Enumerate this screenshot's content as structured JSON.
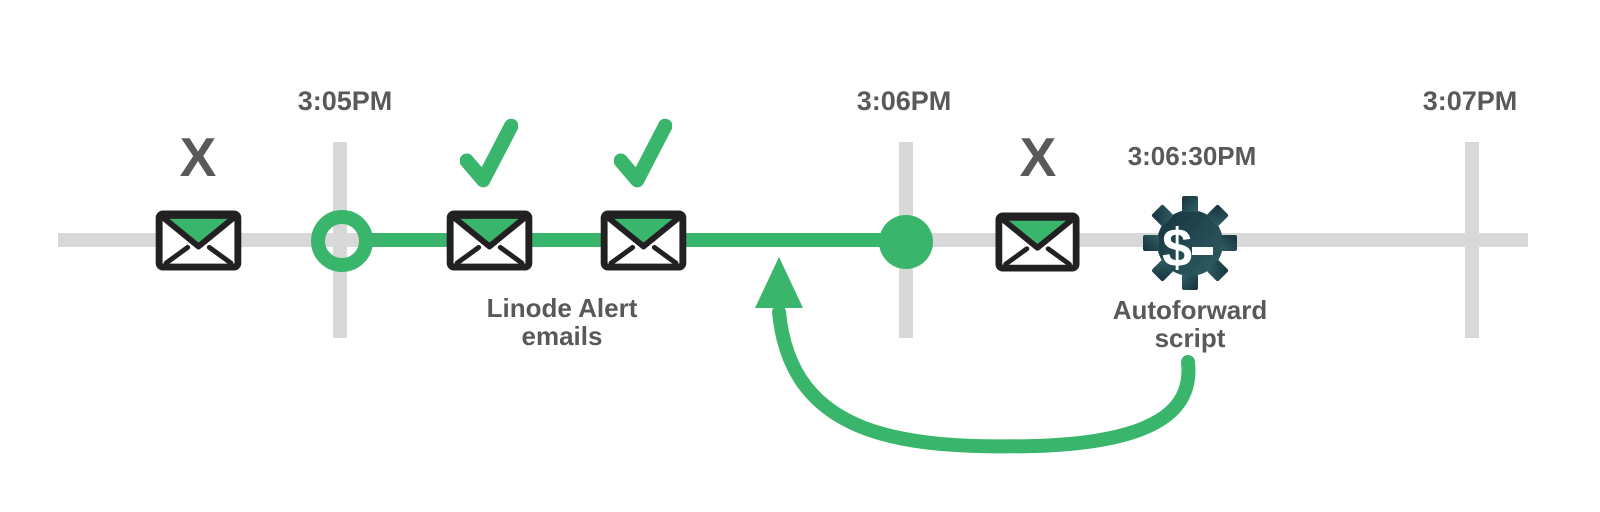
{
  "colors": {
    "accent_green": "#3ab56c",
    "track_gray": "#d8d8d8",
    "label_gray": "#58595b",
    "envelope_outline": "#232024",
    "gear_gradient_dark": "#16323e",
    "gear_gradient_teal": "#2f5f63"
  },
  "timeline": {
    "tick_labels": [
      "3:05PM",
      "3:06PM",
      "3:07PM"
    ]
  },
  "events": {
    "missed_email_before": {
      "mark": "X"
    },
    "alert_emails": {
      "label_line1": "Linode Alert",
      "label_line2": "emails"
    },
    "missed_email_after": {
      "mark": "X"
    },
    "autoforward": {
      "time": "3:06:30PM",
      "label_line1": "Autoforward",
      "label_line2": "script",
      "dollar_glyph": "$"
    }
  }
}
